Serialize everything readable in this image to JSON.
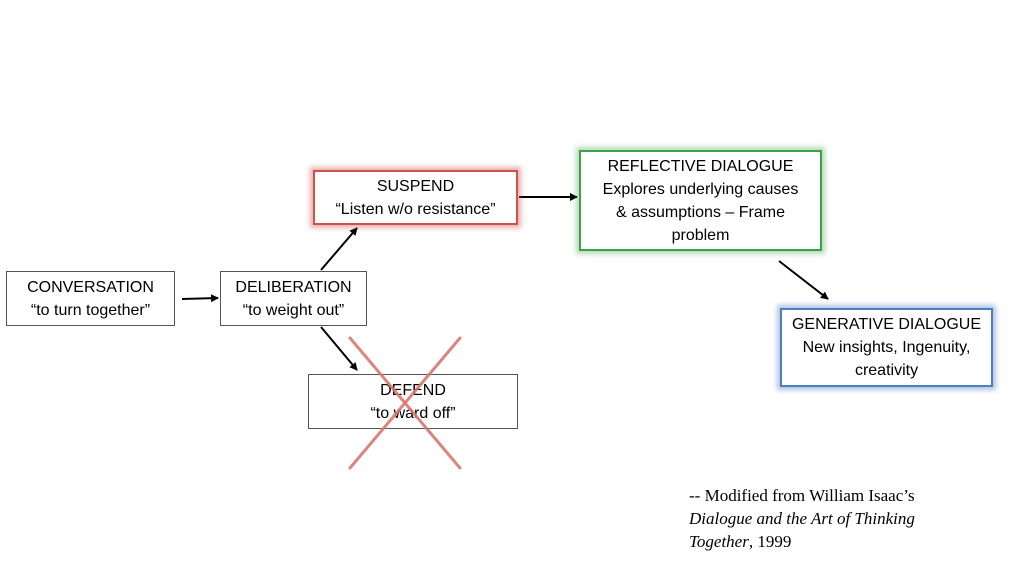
{
  "diagram": {
    "conversation": {
      "title": "CONVERSATION",
      "subtitle": "“to turn together”"
    },
    "deliberation": {
      "title": "DELIBERATION",
      "subtitle": "“to weight out”"
    },
    "suspend": {
      "title": "SUSPEND",
      "subtitle": "“Listen w/o resistance”"
    },
    "reflective": {
      "title": "REFLECTIVE DIALOGUE",
      "lines": [
        "Explores underlying causes",
        "& assumptions – Frame",
        "problem"
      ]
    },
    "generative": {
      "title": "GENERATIVE DIALOGUE",
      "lines": [
        "New insights, Ingenuity,",
        "creativity"
      ]
    },
    "defend": {
      "title": "DEFEND",
      "subtitle": "“to ward off”",
      "crossed_out": true
    }
  },
  "citation": {
    "prefix": "-- Modified from William Isaac’s",
    "book_title_line1": "Dialogue and the Art of Thinking",
    "book_title_line2": "Together",
    "suffix": ", 1999"
  },
  "colors": {
    "suspend_border": "#d0504a",
    "reflective_border": "#3ea14a",
    "generative_border": "#4a7fc0",
    "cross_mark": "#d9776f",
    "arrow": "#000000"
  }
}
